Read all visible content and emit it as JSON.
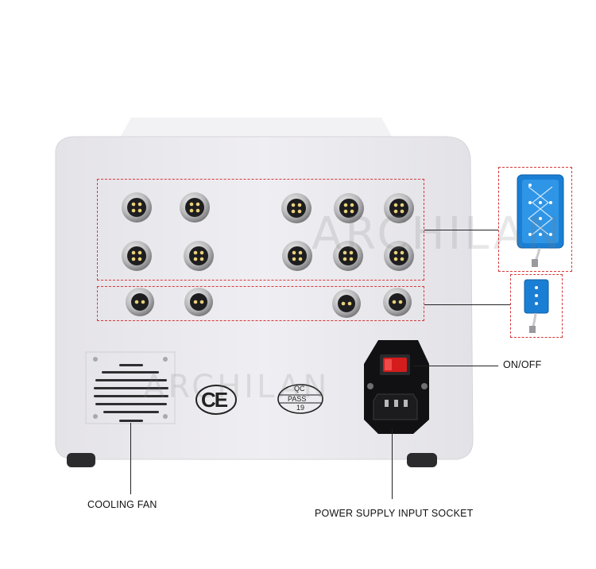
{
  "labels": {
    "on_off": "ON/OFF",
    "cooling_fan": "COOLING FAN",
    "power_socket": "POWER SUPPLY INPUT SOCKET"
  },
  "device_marks": {
    "ce": "CE",
    "qc_line1": "QC",
    "qc_line2": "PASS",
    "qc_line3": "19"
  },
  "watermark": "ARCHILAN",
  "colors": {
    "callout": "#d9383a",
    "panel": "#ecebef",
    "pad_blue": "#1a7fd4",
    "switch_red": "#d41c1c"
  }
}
